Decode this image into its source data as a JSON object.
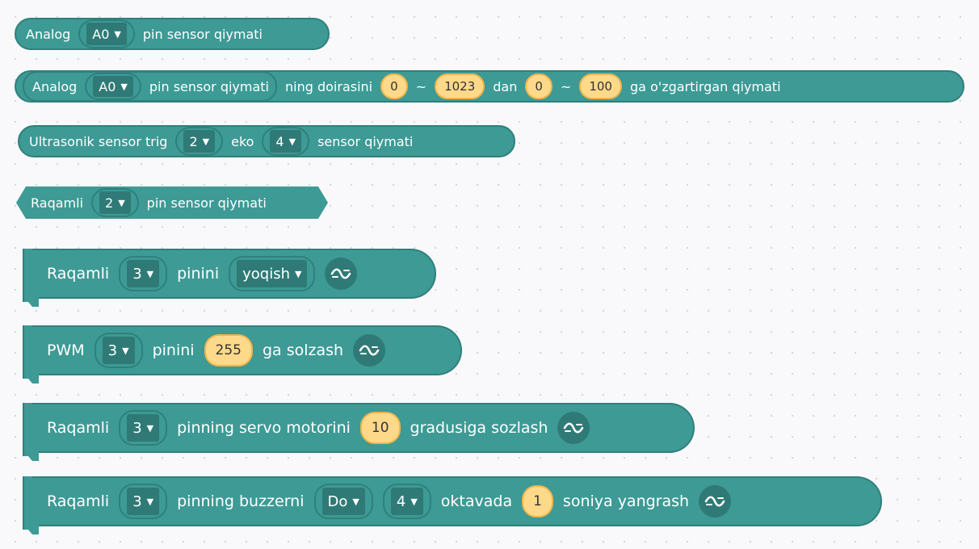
{
  "blocks": {
    "analog_read": {
      "text1": "Analog",
      "pin": "A0",
      "text2": "pin sensor qiymati"
    },
    "analog_map": {
      "inner": {
        "text1": "Analog",
        "pin": "A0",
        "text2": "pin sensor qiymati"
      },
      "text_range": "ning doirasini",
      "from_low": "0",
      "tilde1": "~",
      "from_high": "1023",
      "text_dan": "dan",
      "to_low": "0",
      "tilde2": "~",
      "to_high": "100",
      "text_end": "ga o'zgartirgan qiymati"
    },
    "ultrasonic": {
      "text1": "Ultrasonik sensor trig",
      "trig": "2",
      "text2": "eko",
      "echo": "4",
      "text3": "sensor qiymati"
    },
    "digital_read": {
      "text1": "Raqamli",
      "pin": "2",
      "text2": "pin sensor qiymati"
    },
    "digital_write": {
      "text1": "Raqamli",
      "pin": "3",
      "text2": "pinini",
      "state": "yoqish"
    },
    "pwm_write": {
      "text1": "PWM",
      "pin": "3",
      "text2": "pinini",
      "value": "255",
      "text3": "ga solzash"
    },
    "servo": {
      "text1": "Raqamli",
      "pin": "3",
      "text2": "pinning servo motorini",
      "angle": "10",
      "text3": "gradusiga sozlash"
    },
    "buzzer": {
      "text1": "Raqamli",
      "pin": "3",
      "text2": "pinning buzzerni",
      "note": "Do",
      "octave": "4",
      "text3": "oktavada",
      "duration": "1",
      "text4": "soniya yangrash"
    }
  },
  "icons": {
    "caret": "▼",
    "arduino": "arduino-icon"
  },
  "colors": {
    "block": "#3d9a95",
    "block_border": "#2f807c",
    "dropdown": "#2f7a76",
    "number": "#ffd98a"
  }
}
